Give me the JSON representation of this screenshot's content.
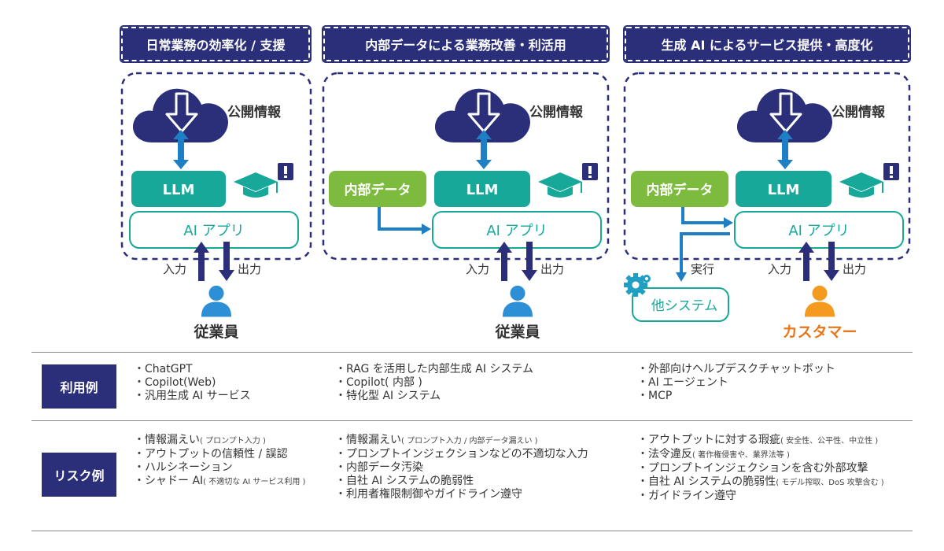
{
  "columns": [
    {
      "header": "日常業務の効率化 / 支援",
      "public_info": "公開情報",
      "llm": "LLM",
      "app": "AI アプリ",
      "input": "入力",
      "output": "出力",
      "user": "従業員"
    },
    {
      "header": "内部データによる業務改善・利活用",
      "public_info": "公開情報",
      "internal_data": "内部データ",
      "llm": "LLM",
      "app": "AI アプリ",
      "input": "入力",
      "output": "出力",
      "user": "従業員"
    },
    {
      "header": "生成 AI によるサービス提供・高度化",
      "public_info": "公開情報",
      "internal_data": "内部データ",
      "llm": "LLM",
      "app": "AI アプリ",
      "execute": "実行",
      "other_system": "他システム",
      "input": "入力",
      "output": "出力",
      "user": "カスタマー"
    }
  ],
  "rows": {
    "usage": {
      "label": "利用例",
      "cols": [
        [
          {
            "text": "・ChatGPT"
          },
          {
            "text": "・Copilot(Web)"
          },
          {
            "text": "・汎用生成 AI サービス"
          }
        ],
        [
          {
            "text": "・RAG を活用した内部生成 AI システム"
          },
          {
            "text": "・Copilot( 内部 )"
          },
          {
            "text": "・特化型 AI システム"
          }
        ],
        [
          {
            "text": "・外部向けヘルプデスクチャットボット"
          },
          {
            "text": "・AI エージェント"
          },
          {
            "text": "・MCP"
          }
        ]
      ]
    },
    "risk": {
      "label": "リスク例",
      "cols": [
        [
          {
            "text": "・情報漏えい",
            "note": "( プロンプト入力 )"
          },
          {
            "text": "・アウトプットの信頼性 / 誤認"
          },
          {
            "text": "・ハルシネーション"
          },
          {
            "text": "・シャドー AI",
            "note": "( 不適切な AI サービス利用 )"
          }
        ],
        [
          {
            "text": "・情報漏えい",
            "note": "( プロンプト入力 / 内部データ漏えい )"
          },
          {
            "text": "・プロンプトインジェクションなどの不適切な入力"
          },
          {
            "text": "・内部データ汚染"
          },
          {
            "text": "・自社 AI システムの脆弱性"
          },
          {
            "text": "・利用者権限制御やガイドライン遵守"
          }
        ],
        [
          {
            "text": "・アウトプットに対する瑕疵",
            "note": "( 安全性、公平性、中立性 )"
          },
          {
            "text": "・法令違反",
            "note": "( 著作権侵害や、業界法等 )"
          },
          {
            "text": "・プロンプトインジェクションを含む外部攻撃"
          },
          {
            "text": "・自社 AI システムの脆弱性",
            "note": "( モデル搾取、DoS 攻撃含む )"
          },
          {
            "text": "・ガイドライン遵守"
          }
        ]
      ]
    }
  },
  "colors": {
    "navy": "#2b2f7a",
    "teal": "#17a89a",
    "green": "#7dbb3e",
    "blue_arrow": "#1f7fc4",
    "person_blue": "#2d8fd5",
    "person_orange": "#f39a1f",
    "customer_text": "#e8761a",
    "gear": "#1f9fc4"
  }
}
